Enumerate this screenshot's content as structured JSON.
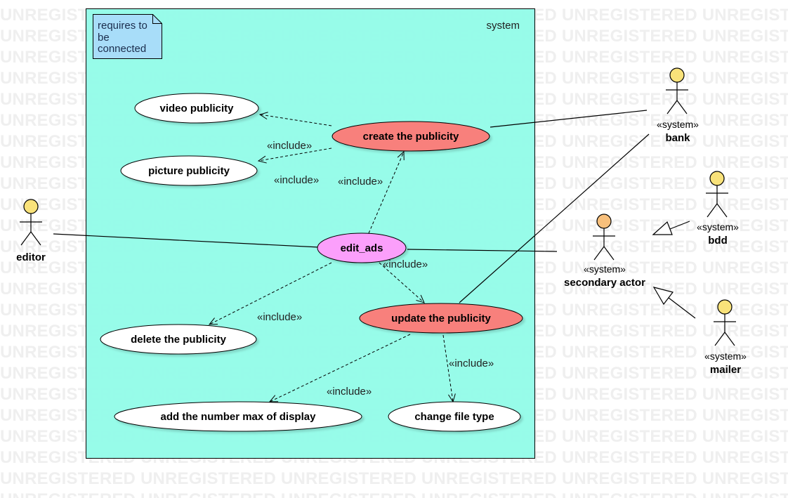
{
  "watermark": {
    "text": "UNREGISTERED"
  },
  "system": {
    "label": "system"
  },
  "note": {
    "lines": [
      "requires to",
      "be",
      "connected"
    ]
  },
  "use_cases": {
    "video_publicity": "video publicity",
    "create_publicity": "create the publicity",
    "picture_publicity": "picture publicity",
    "edit_ads": "edit_ads",
    "update_publicity": "update the publicity",
    "delete_publicity": "delete the publicity",
    "add_number_max": "add the number max of display",
    "change_file_type": "change file type"
  },
  "include_label": "«include»",
  "actors": {
    "editor": {
      "name": "editor"
    },
    "bank": {
      "stereotype": "«system»",
      "name": "bank"
    },
    "bdd": {
      "stereotype": "«system»",
      "name": "bdd"
    },
    "secondary": {
      "stereotype": "«system»",
      "name": "secondary actor"
    },
    "mailer": {
      "stereotype": "«system»",
      "name": "mailer"
    }
  },
  "colors": {
    "system_fill": "#96fce9",
    "note_fill": "#a8ddf9",
    "edit_ads_fill": "#fb9ffb",
    "highlight_fill": "#f8807c",
    "usecase_fill": "#ffffff",
    "actor_head_yellow": "#f9e27a",
    "actor_head_orange": "#f8c07c"
  }
}
